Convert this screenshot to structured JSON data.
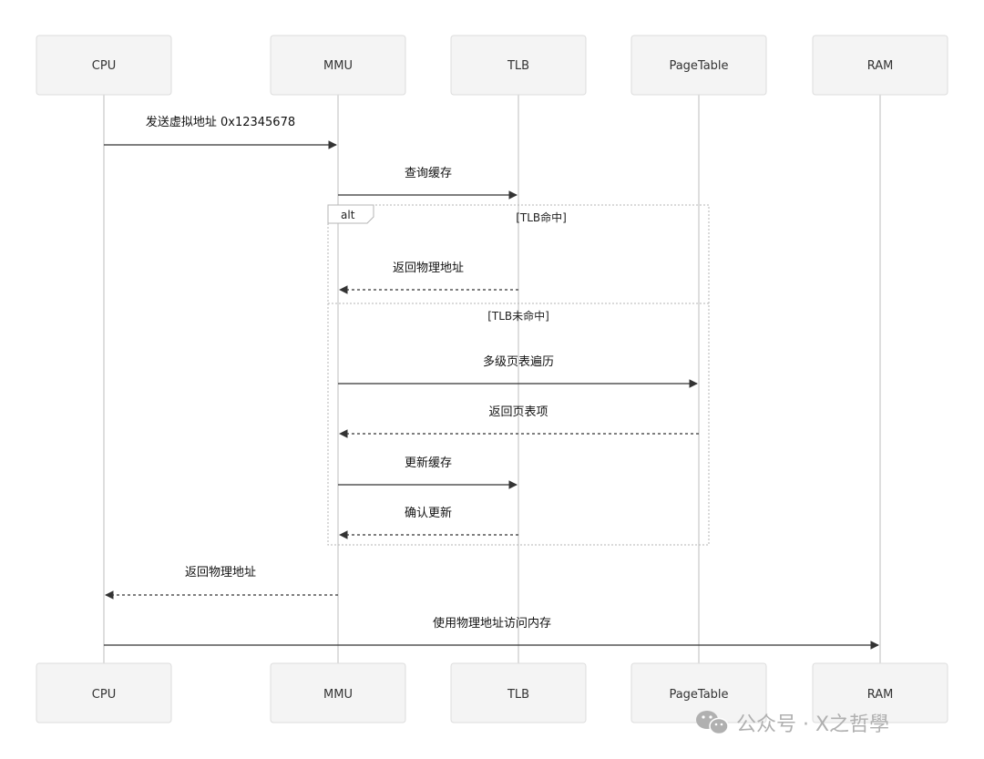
{
  "participants": [
    "CPU",
    "MMU",
    "TLB",
    "PageTable",
    "RAM"
  ],
  "messages": [
    {
      "from": "CPU",
      "to": "MMU",
      "label": "发送虚拟地址 0x12345678",
      "style": "solid"
    },
    {
      "from": "MMU",
      "to": "TLB",
      "label": "查询缓存",
      "style": "solid"
    },
    {
      "from": "TLB",
      "to": "MMU",
      "label": "返回物理地址",
      "style": "dashed"
    },
    {
      "from": "MMU",
      "to": "PageTable",
      "label": "多级页表遍历",
      "style": "solid"
    },
    {
      "from": "PageTable",
      "to": "MMU",
      "label": "返回页表项",
      "style": "dashed"
    },
    {
      "from": "MMU",
      "to": "TLB",
      "label": "更新缓存",
      "style": "solid"
    },
    {
      "from": "TLB",
      "to": "MMU",
      "label": "确认更新",
      "style": "dashed"
    },
    {
      "from": "MMU",
      "to": "CPU",
      "label": "返回物理地址",
      "style": "dashed"
    },
    {
      "from": "CPU",
      "to": "RAM",
      "label": "使用物理地址访问内存",
      "style": "solid"
    }
  ],
  "alt_block": {
    "tag": "alt",
    "conditions": [
      "[TLB命中]",
      "[TLB未命中]"
    ]
  },
  "watermark": "公众号 · X之哲學"
}
